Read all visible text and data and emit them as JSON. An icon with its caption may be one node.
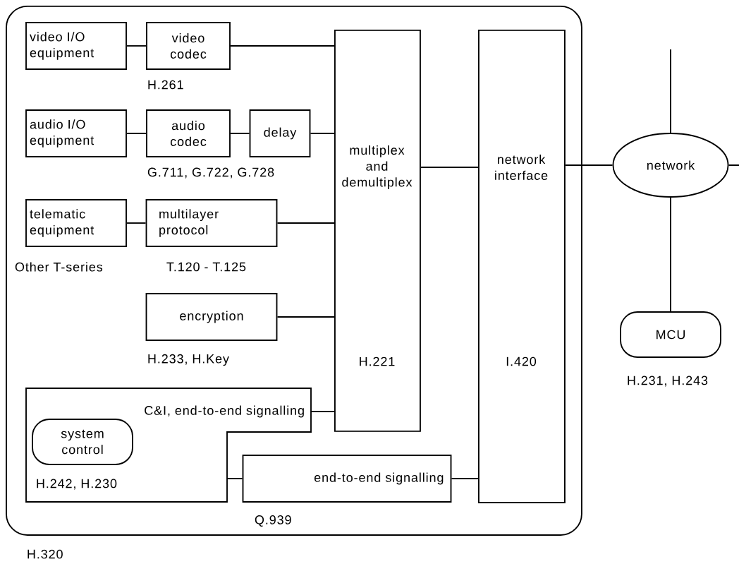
{
  "diagram": {
    "nodes": [
      {
        "text": [
          "H.320"
        ]
      },
      {
        "text": [
          "video I/O equipment"
        ],
        "in": 0
      },
      {
        "text": [
          "video codec"
        ],
        "in": 0,
        "beside": [
          "H.261"
        ]
      },
      {
        "text": [
          "audio I/O equipment"
        ],
        "in": 0
      },
      {
        "text": [
          "audio codec"
        ],
        "in": 0,
        "beside": [
          "G.711, G.722, G.728"
        ]
      },
      {
        "text": [
          "delay"
        ],
        "in": 0
      },
      {
        "text": [
          "telematic equipment"
        ],
        "in": 0,
        "beside": [
          "Other T-series"
        ]
      },
      {
        "text": [
          "multilayer protocol"
        ],
        "in": 0,
        "beside": [
          "T.120 - T.125"
        ]
      },
      {
        "text": [
          "encryption"
        ],
        "in": 0,
        "beside": [
          "H.233, H.Key"
        ]
      },
      {
        "text": [
          "multiplex and demultiplex",
          "H.221"
        ],
        "in": 0
      },
      {
        "text": [
          "network interface",
          "I.420"
        ],
        "in": 0
      },
      {
        "text": [
          "C&I, end-to-end signalling",
          "H.242, H.230"
        ],
        "in": 0
      },
      {
        "text": [
          "system control"
        ],
        "in": 11
      },
      {
        "text": [
          "end-to-end signalling"
        ],
        "in": 0,
        "beside": [
          "Q.939"
        ]
      },
      {
        "text": [
          "network"
        ]
      },
      {
        "text": [
          "MCU"
        ],
        "beside": [
          "H.231, H.243"
        ]
      }
    ],
    "edges": [
      {
        "from": 1,
        "to": 2,
        "arrow": "none"
      },
      {
        "from": 2,
        "to": 9,
        "arrow": "none"
      },
      {
        "from": 3,
        "to": 4,
        "arrow": "none"
      },
      {
        "from": 4,
        "to": 5,
        "arrow": "none"
      },
      {
        "from": 5,
        "to": 9,
        "arrow": "none"
      },
      {
        "from": 6,
        "to": 7,
        "arrow": "none"
      },
      {
        "from": 7,
        "to": 9,
        "arrow": "none"
      },
      {
        "from": 8,
        "to": 9,
        "arrow": "none"
      },
      {
        "from": 11,
        "to": 9,
        "arrow": "none"
      },
      {
        "from": 11,
        "to": 13,
        "arrow": "none"
      },
      {
        "from": 13,
        "to": 10,
        "arrow": "none"
      },
      {
        "from": 9,
        "to": 10,
        "arrow": "none"
      },
      {
        "from": 10,
        "to": 14,
        "arrow": "none"
      },
      {
        "from": 14,
        "to": 15,
        "arrow": "none"
      },
      {
        "from": null,
        "to": 14,
        "arrow": "none"
      },
      {
        "from": 14,
        "to": null,
        "arrow": "none"
      }
    ]
  }
}
